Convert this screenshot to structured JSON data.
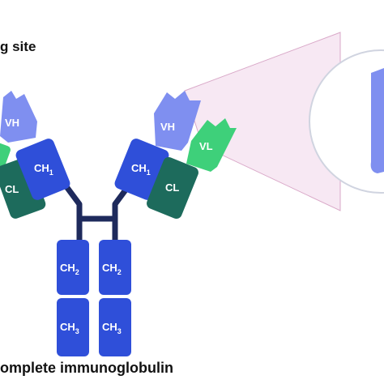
{
  "heading_top": "g  site",
  "heading_bottom": "omplete immunoglobulin",
  "labels": {
    "vh": "VH",
    "vl": "VL",
    "cl": "CL",
    "ch1_main": "CH",
    "ch1_sub": "1",
    "ch2_main": "CH",
    "ch2_sub": "2",
    "ch3_main": "CH",
    "ch3_sub": "3"
  },
  "colors": {
    "heavy_constant": "#2f4fd9",
    "heavy_variable": "#7f8ff0",
    "light_constant": "#1d6b5c",
    "light_variable": "#3ed07a",
    "hinge": "#1e2a5c",
    "zoom_fill": "#f7e8f3",
    "zoom_line": "#d9a8c8"
  }
}
